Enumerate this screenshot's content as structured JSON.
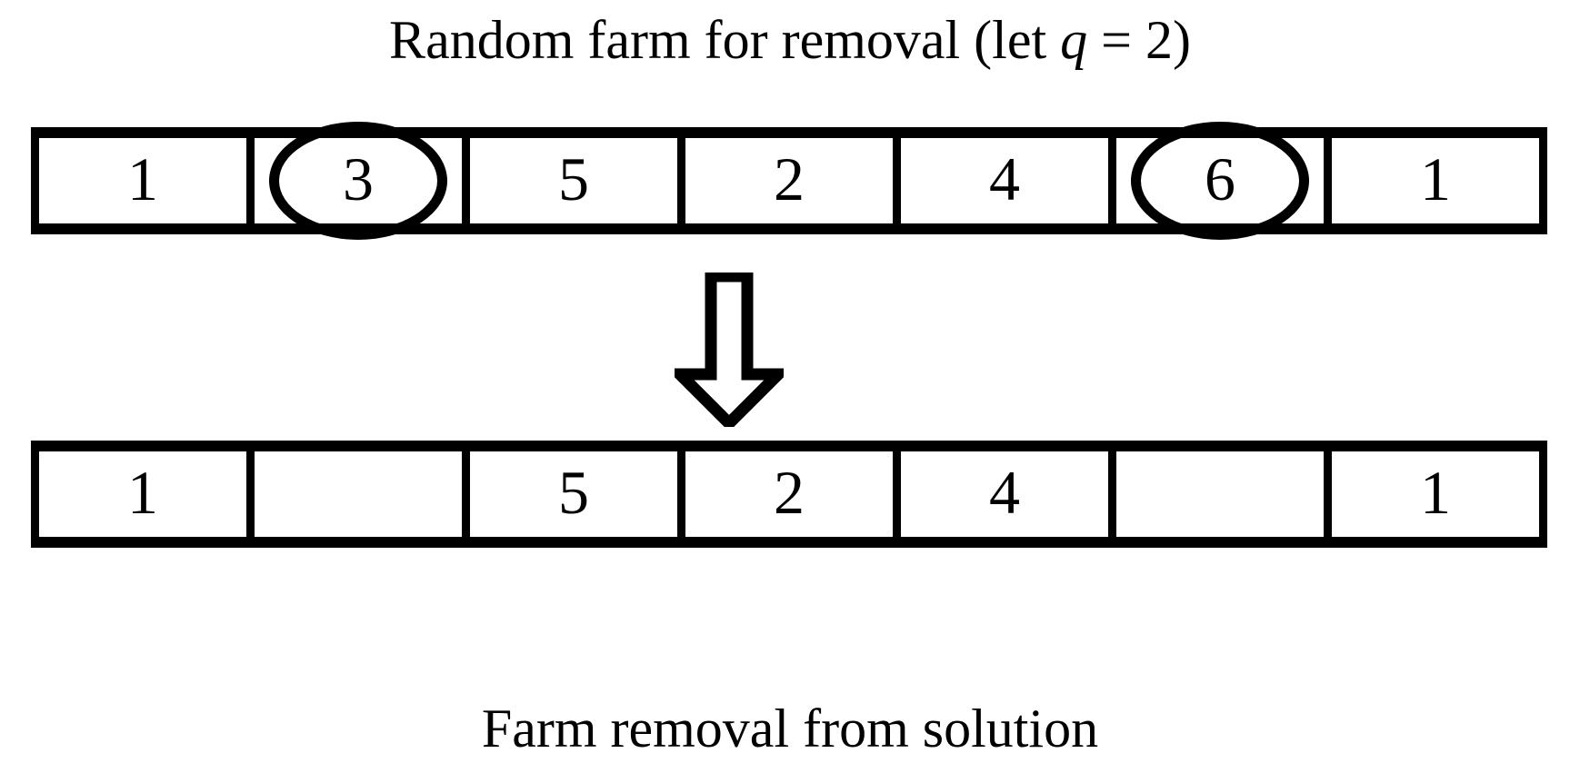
{
  "diagram": {
    "title": {
      "prefix": "Random farm for removal (let ",
      "variable": "q",
      "suffix": " = 2)"
    },
    "bottom_caption": "Farm removal from solution",
    "q_value": 2,
    "arrow_icon": "down-block-arrow-icon",
    "colors": {
      "stroke": "#000000",
      "fill": "#ffffff"
    },
    "rows": [
      {
        "name": "initial-solution-row",
        "cells": [
          {
            "value": "1",
            "circled": false
          },
          {
            "value": "3",
            "circled": true
          },
          {
            "value": "5",
            "circled": false
          },
          {
            "value": "2",
            "circled": false
          },
          {
            "value": "4",
            "circled": false
          },
          {
            "value": "6",
            "circled": true
          },
          {
            "value": "1",
            "circled": false
          }
        ]
      },
      {
        "name": "after-removal-row",
        "cells": [
          {
            "value": "1",
            "circled": false
          },
          {
            "value": "",
            "circled": false
          },
          {
            "value": "5",
            "circled": false
          },
          {
            "value": "2",
            "circled": false
          },
          {
            "value": "4",
            "circled": false
          },
          {
            "value": "",
            "circled": false
          },
          {
            "value": "1",
            "circled": false
          }
        ]
      }
    ]
  }
}
